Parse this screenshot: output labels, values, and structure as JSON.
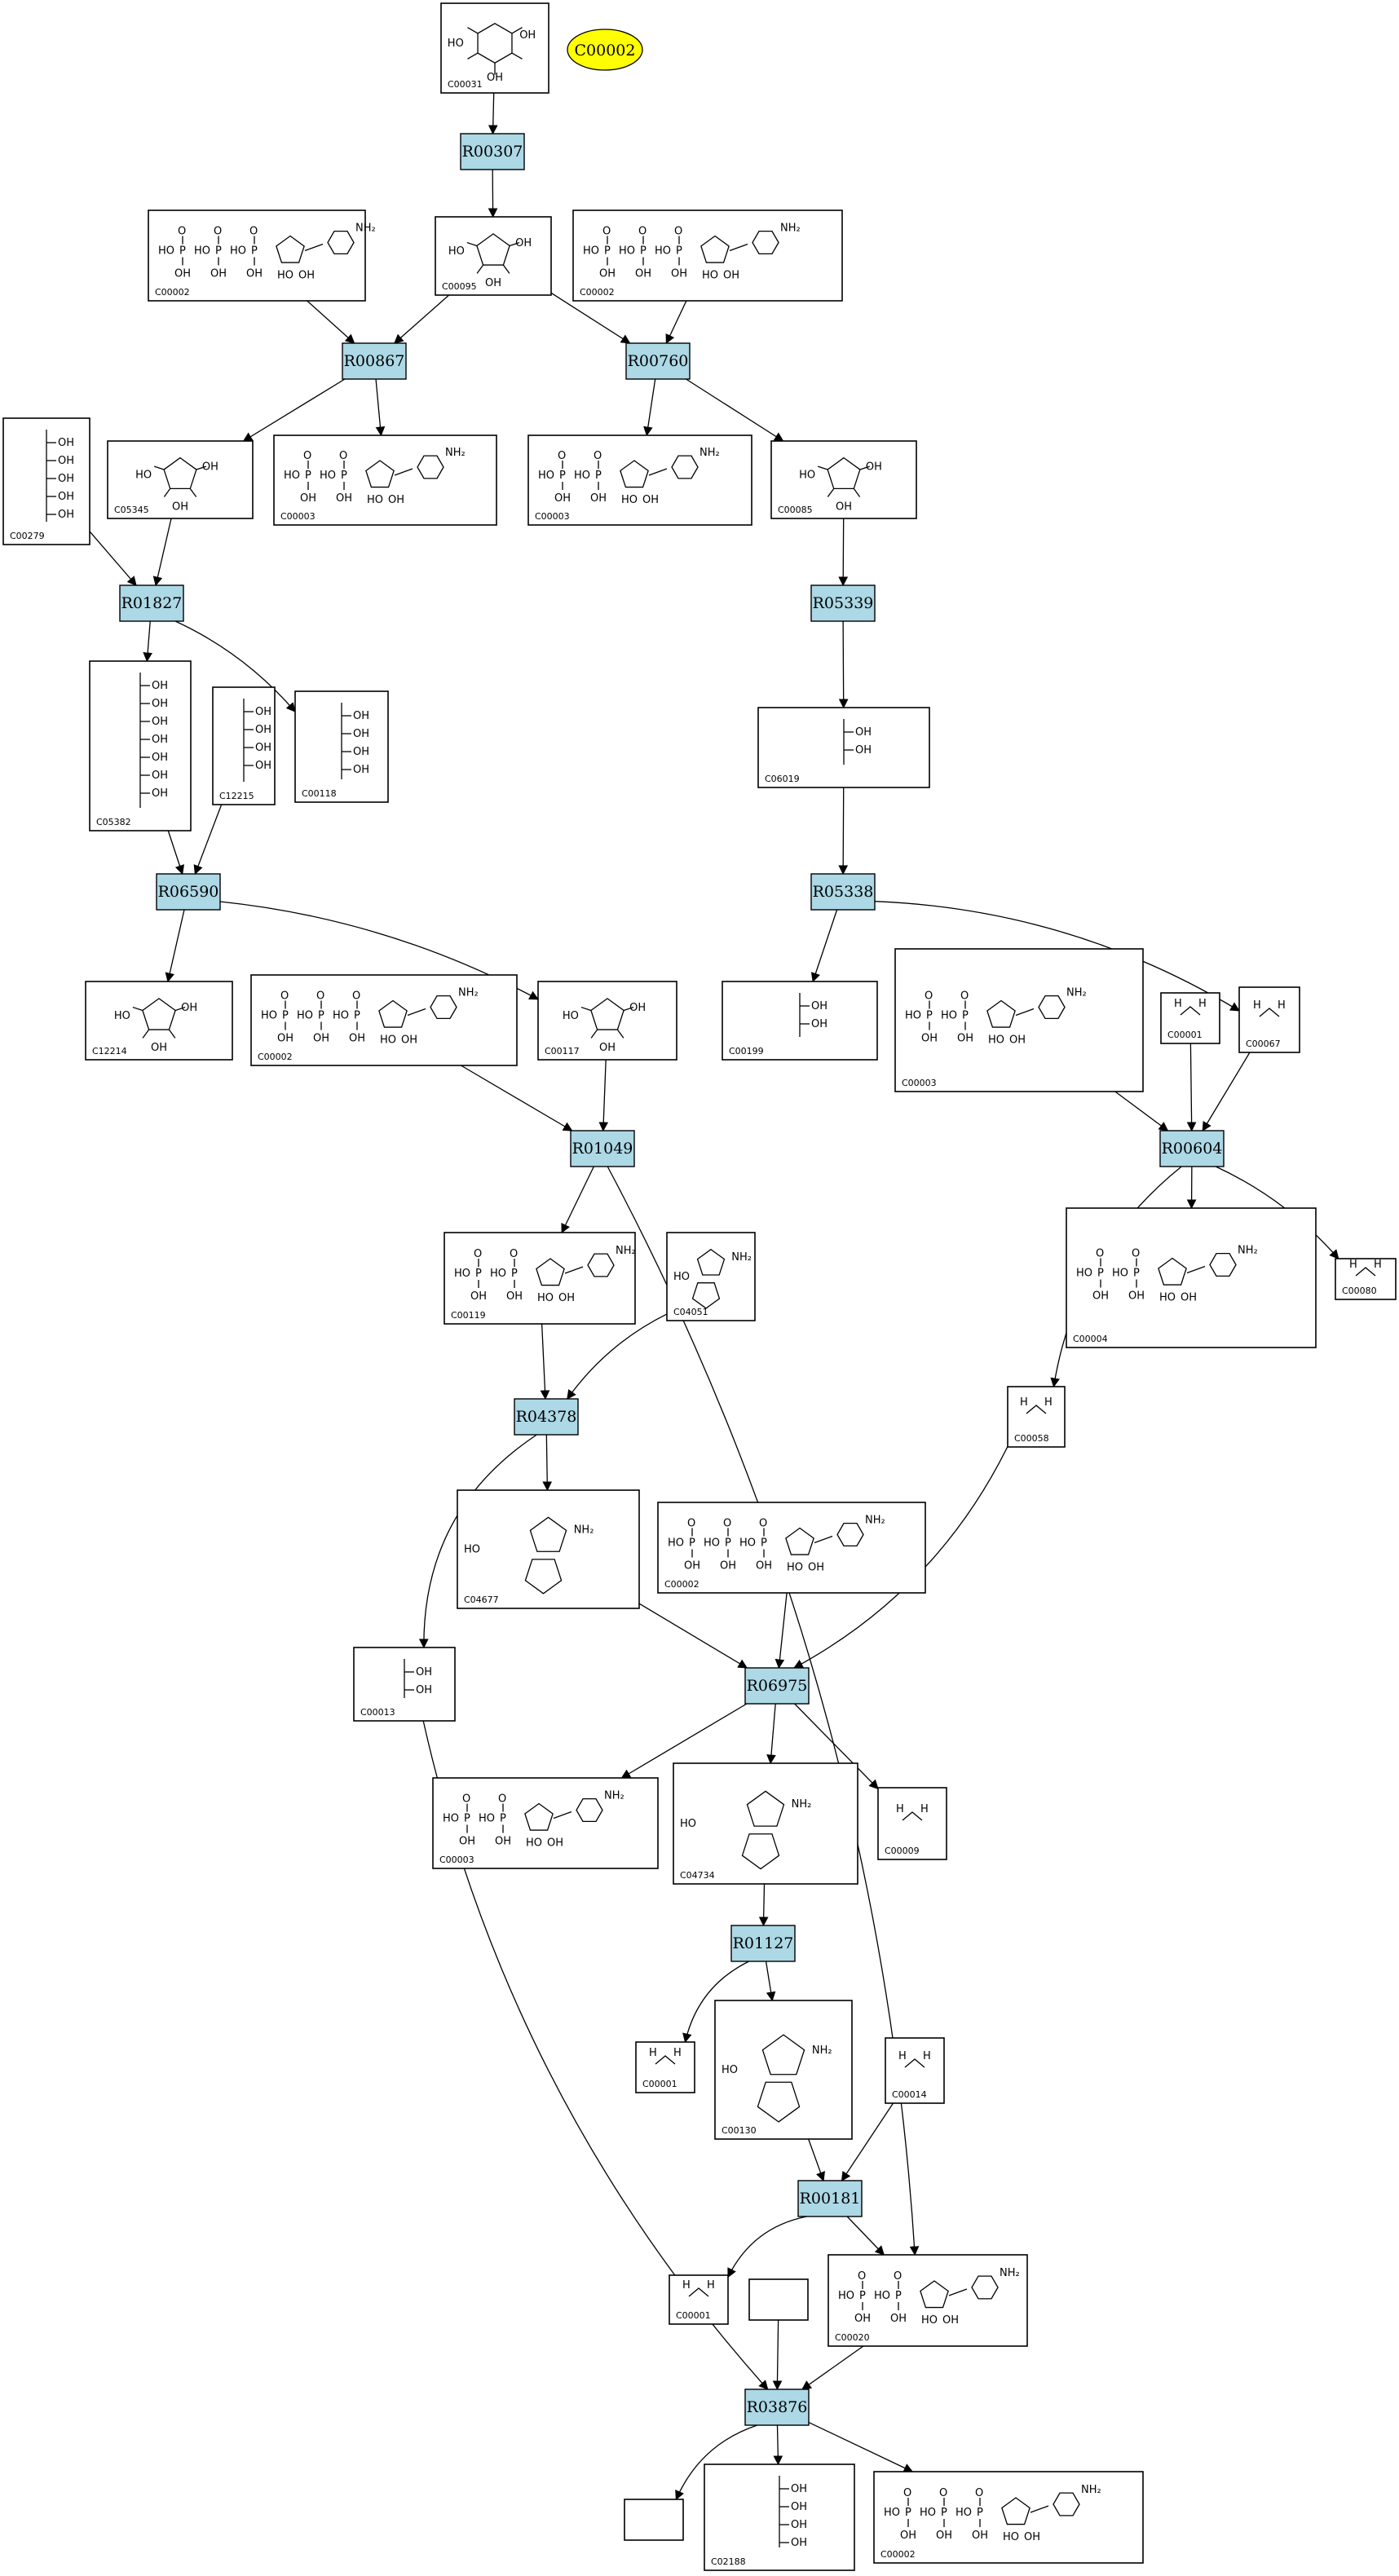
{
  "highlight_compound": "C00002",
  "colors": {
    "reaction_fill": "#add8e6",
    "highlight_fill": "#ffff00",
    "line": "#000000"
  },
  "reactions": [
    "R00307",
    "R00867",
    "R00760",
    "R01827",
    "R05339",
    "R06590",
    "R05338",
    "R01049",
    "R00604",
    "R04378",
    "R06975",
    "R01127",
    "R00181",
    "R03876"
  ],
  "compounds": {
    "c1": "C00031",
    "c2": "C00002",
    "c3": "C00095",
    "c4": "C00002",
    "c5": "C05345",
    "c6": "C00003",
    "c7": "C00003",
    "c8": "C00085",
    "c9": "C00279",
    "c10": "C05382",
    "c11": "C12215",
    "c12": "C00118",
    "c13": "C06019",
    "c14": "C12214",
    "c15": "C00002",
    "c16": "C00117",
    "c17": "C00199",
    "c18": "C00003",
    "c19": "C00001",
    "c20": "C00067",
    "c21": "C00119",
    "c22": "C04051",
    "c23": "C00004",
    "c24": "C00080",
    "c25": "C00058",
    "c26": "C04677",
    "c27": "C00002",
    "c28": "C00013",
    "c29": "C00003",
    "c30": "C04734",
    "c31": "C00009",
    "c32": "C00001",
    "c33": "C00130",
    "c34": "C00014",
    "c35": "C00001",
    "c36": "C00020",
    "c37": "C02188",
    "c38": "C00002",
    "blank1": "",
    "blank2": ""
  }
}
